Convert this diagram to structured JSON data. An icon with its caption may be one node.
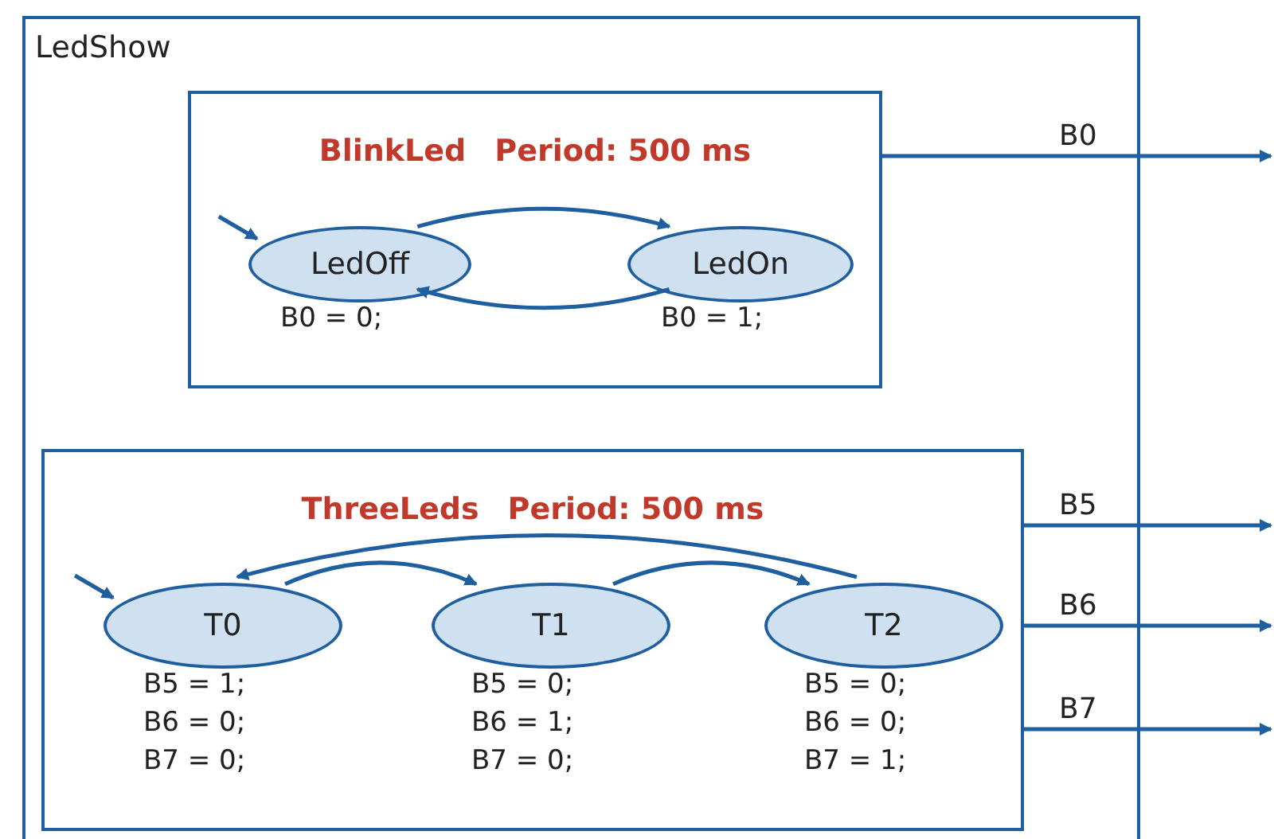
{
  "diagram": {
    "nodes": [
      {
        "text": [
          "LedShow"
        ]
      },
      {
        "text": [
          "BlinkLed",
          "Period: 500 ms"
        ],
        "in": 0
      },
      {
        "text": [
          "LedOff"
        ],
        "in": 1,
        "beside": [
          "B0 = 0;"
        ]
      },
      {
        "text": [
          "LedOn"
        ],
        "in": 1,
        "beside": [
          "B0 = 1;"
        ]
      },
      {
        "text": [
          "ThreeLeds",
          "Period: 500 ms"
        ],
        "in": 0
      },
      {
        "text": [
          "T0"
        ],
        "in": 4,
        "beside": [
          "B5 = 1;",
          "B6 = 0;",
          "B7 = 0;"
        ]
      },
      {
        "text": [
          "T1"
        ],
        "in": 4,
        "beside": [
          "B5 = 0;",
          "B6 = 1;",
          "B7 = 0;"
        ]
      },
      {
        "text": [
          "T2"
        ],
        "in": 4,
        "beside": [
          "B5 = 0;",
          "B6 = 0;",
          "B7 = 1;"
        ]
      }
    ],
    "edges": [
      {
        "from": null,
        "to": 2,
        "arrow": "to"
      },
      {
        "from": 2,
        "to": 3,
        "arrow": "to"
      },
      {
        "from": 3,
        "to": 2,
        "arrow": "to"
      },
      {
        "from": null,
        "to": 5,
        "arrow": "to"
      },
      {
        "from": 5,
        "to": 6,
        "arrow": "to"
      },
      {
        "from": 6,
        "to": 7,
        "arrow": "to"
      },
      {
        "from": 7,
        "to": 5,
        "arrow": "to"
      },
      {
        "from": 1,
        "to": null,
        "arrow": "to",
        "label": "B0"
      },
      {
        "from": 4,
        "to": null,
        "arrow": "to",
        "label": "B5"
      },
      {
        "from": 4,
        "to": null,
        "arrow": "to",
        "label": "B6"
      },
      {
        "from": 4,
        "to": null,
        "arrow": "to",
        "label": "B7"
      }
    ]
  }
}
